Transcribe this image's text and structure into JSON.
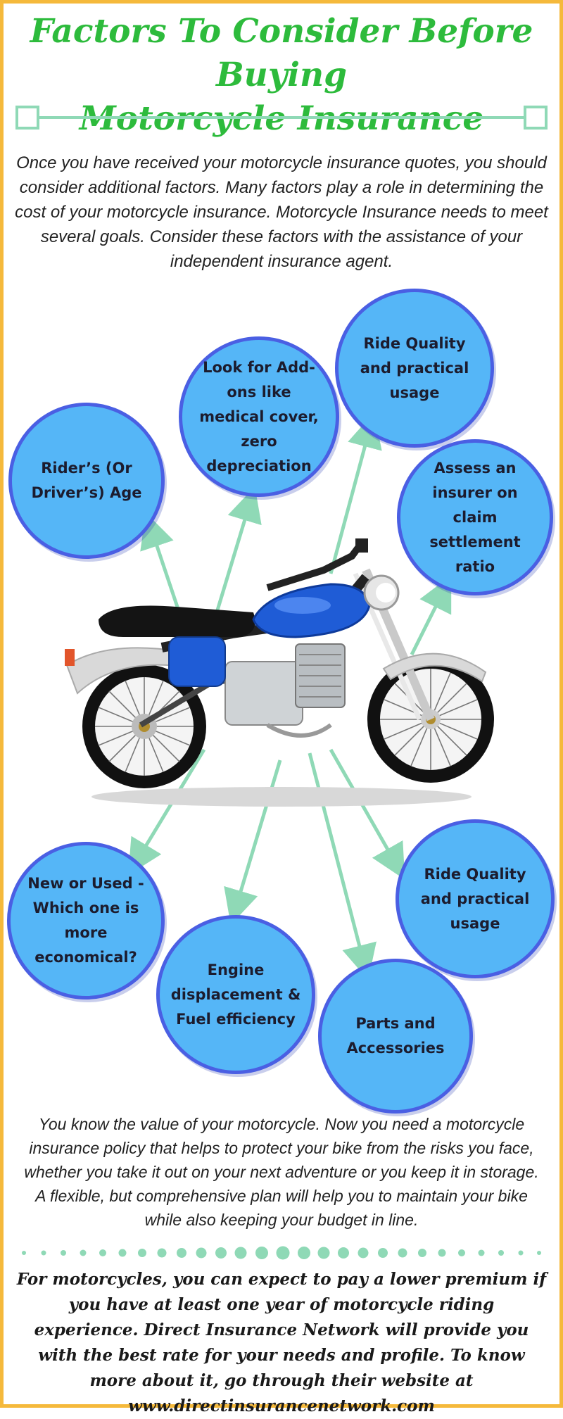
{
  "title": {
    "line1": "Factors To Consider Before Buying",
    "line2": "Motorcycle Insurance"
  },
  "intro_text": "Once you have received your motorcycle insurance quotes, you should consider additional factors. Many factors play a role in determining the cost of your motorcycle insurance. Motorcycle Insurance needs to meet several goals. Consider these factors with the assistance of your independent insurance agent.",
  "factors": [
    {
      "label": "Rider’s (Or Driver’s) Age"
    },
    {
      "label": "Look for Add-ons like medical cover, zero depreciation"
    },
    {
      "label": "Ride Quality and practical usage"
    },
    {
      "label": "Assess an insurer on claim settlement ratio"
    },
    {
      "label": "New or Used - Which one is more economical?"
    },
    {
      "label": "Engine displacement & Fuel efficiency"
    },
    {
      "label": "Parts and Accessories"
    },
    {
      "label": "Ride Quality and practical usage"
    }
  ],
  "outro_text": "You know the value of your motorcycle. Now you need a motorcycle insurance policy that helps to protect your bike from the risks you face, whether you take it out on your next adventure or you keep it in storage. A flexible, but comprehensive plan will help you to maintain your bike while also keeping your budget in line.",
  "closing_text": "For motorcycles, you can expect to pay a lower premium if you have at least one year of motorcycle riding experience. Direct Insurance Network will provide you with the best rate for your needs and profile. To know more about it, go through their website at www.directinsurancenetwork.com",
  "colors": {
    "border": "#f5b93b",
    "title": "#2dbb3c",
    "accent_green": "#8fd9b6",
    "circle_fill": "#55b6f7",
    "circle_border": "#4a5fe3"
  }
}
